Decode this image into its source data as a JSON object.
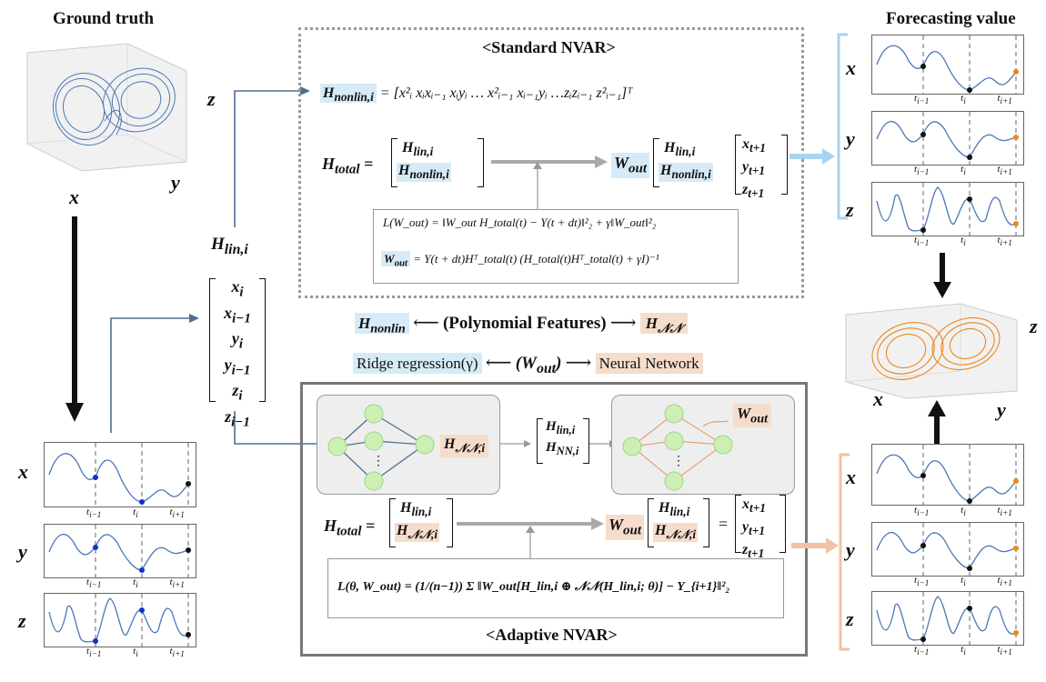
{
  "titles": {
    "ground_truth": "Ground truth",
    "forecasting_value": "Forecasting value",
    "standard": "<Standard NVAR>",
    "adaptive": "<Adaptive NVAR>"
  },
  "axes": {
    "x": "x",
    "y": "y",
    "z": "z"
  },
  "time_ticks": [
    "t",
    "t",
    "t"
  ],
  "time_subs": [
    "i−1",
    "i",
    "i+1"
  ],
  "vector": {
    "label": "H",
    "label_sub": "lin,i",
    "entries": [
      "x",
      "x",
      "y",
      "y",
      "z",
      "z"
    ],
    "entry_subs": [
      "i",
      "i−1",
      "i",
      "i−1",
      "i",
      "i−1"
    ]
  },
  "standard": {
    "nonlin_label": "H",
    "nonlin_sub": "nonlin,i",
    "nonlin_rhs": "= [x²ᵢ  xᵢxᵢ₋₁  xᵢyᵢ  …  x²ᵢ₋₁  xᵢ₋₁yᵢ  …zᵢzᵢ₋₁  z²ᵢ₋₁]ᵀ",
    "htotal": "H",
    "htotal_sub": "total",
    "stack_top": "H",
    "stack_top_sub": "lin,i",
    "stack_bot": "H",
    "stack_bot_sub": "nonlin,i",
    "wout": "W",
    "wout_sub": "out",
    "out_vec": [
      "x",
      "y",
      "z"
    ],
    "out_sub": "t+1",
    "loss": "L(W_out) = ‖W_out H_total(t) − Y(t + dt)‖²₂ + γ‖W_out‖²₂",
    "wout_solution": "= Y(t + dt)Hᵀ_total(t) (H_total(t)Hᵀ_total(t) + γI)⁻¹"
  },
  "middle": {
    "h_nonlin": "H",
    "h_nonlin_sub": "nonlin",
    "poly": "(Polynomial Features)",
    "h_nn": "H",
    "h_nn_sub": "𝒩𝒩",
    "ridge": "Ridge regression(γ)",
    "wout_mid": "(W",
    "wout_mid_sub": "out",
    "wout_mid_close": ")",
    "neural": "Neural Network"
  },
  "adaptive": {
    "hnn_label": "H",
    "hnn_sub": "𝒩𝒩,i",
    "mid_top": "H",
    "mid_top_sub": "lin,i",
    "mid_bot": "H",
    "mid_bot_sub": "NN,i",
    "wout": "W",
    "wout_sub": "out",
    "htotal": "H",
    "htotal_sub": "total",
    "stack_top": "H",
    "stack_top_sub": "lin,i",
    "stack_bot": "H",
    "stack_bot_sub": "𝒩𝒩,i",
    "out_vec": [
      "x",
      "y",
      "z"
    ],
    "out_sub": "t+1",
    "loss": "L(θ, W_out) = (1/(n−1)) Σ ‖W_out[H_lin,i ⊕ 𝒩𝒩(H_lin,i; θ)] − Y_{i+1}‖²₂"
  },
  "colors": {
    "blue_line": "#4a78b5",
    "orange_line": "#e8891a",
    "blue_hl": "#d6ebf7",
    "pink_hl": "#f6dccb",
    "arrow_blue": "#a9d3ef",
    "arrow_pink": "#f0c2a6",
    "nn_green": "#ccf0b4"
  }
}
